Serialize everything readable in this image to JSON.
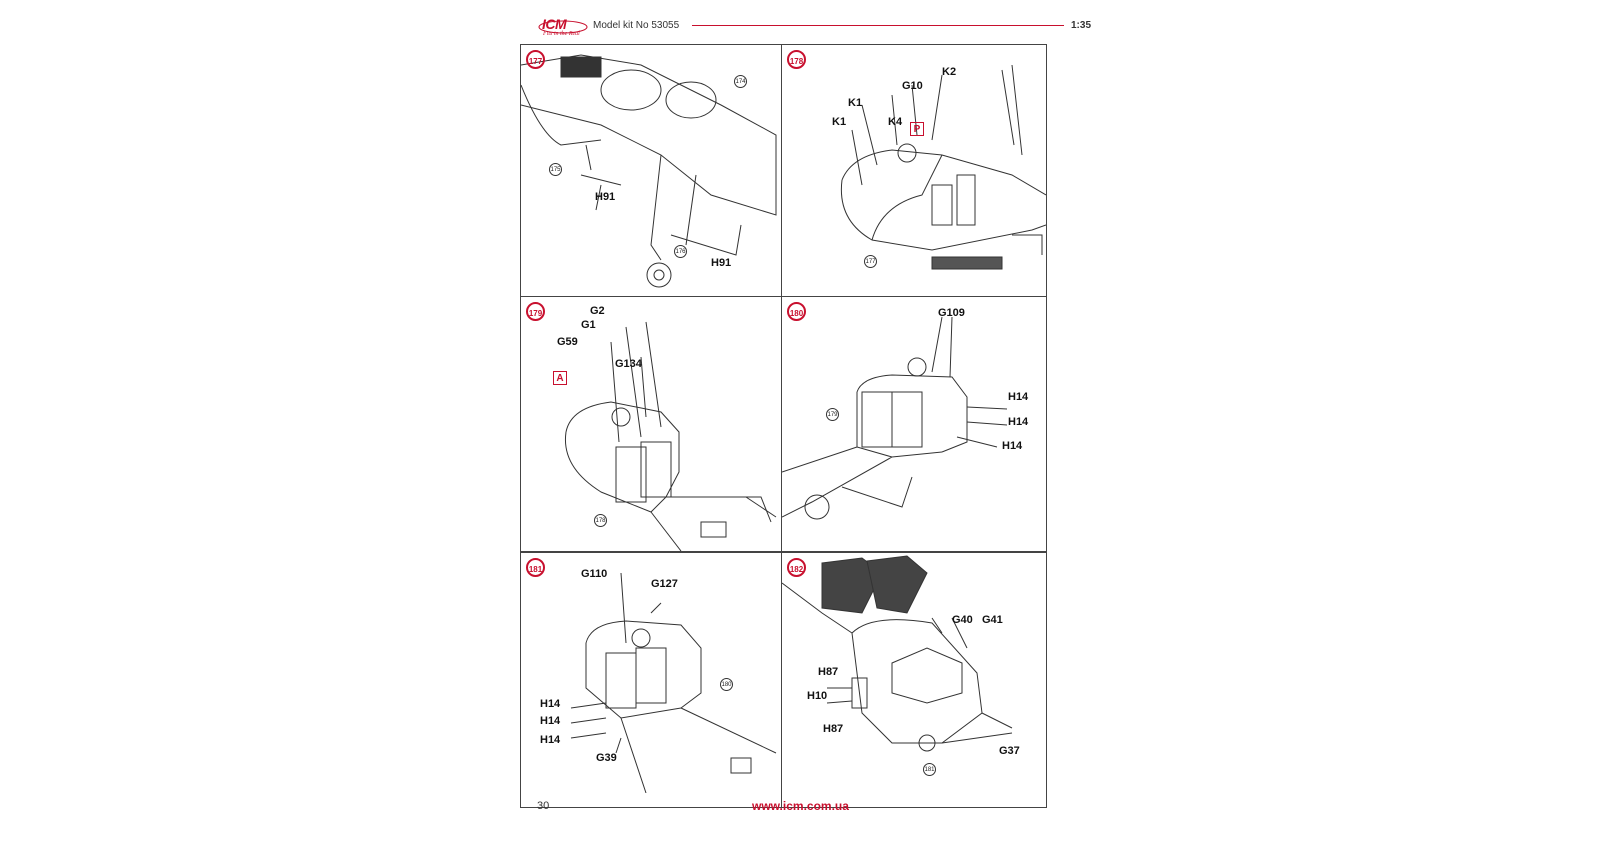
{
  "header": {
    "brand": "ICM",
    "tagline": "Fits in the Real",
    "kit": "Model kit No 53055",
    "scale": "1:35"
  },
  "steps": [
    {
      "number": "177",
      "labels": [
        "H91",
        "H91"
      ],
      "refs": [
        "174",
        "175",
        "176"
      ]
    },
    {
      "number": "178",
      "labels": [
        "K2",
        "G10",
        "K1",
        "K1",
        "K4"
      ],
      "refs": [
        "177"
      ],
      "box": "P"
    },
    {
      "number": "179",
      "labels": [
        "G2",
        "G1",
        "G59",
        "G134"
      ],
      "refs": [
        "178"
      ],
      "box": "A"
    },
    {
      "number": "180",
      "labels": [
        "G109",
        "H14",
        "H14",
        "H14"
      ],
      "refs": [
        "179"
      ]
    },
    {
      "number": "181",
      "labels": [
        "G110",
        "G127",
        "H14",
        "H14",
        "H14",
        "G39"
      ],
      "refs": [
        "180"
      ]
    },
    {
      "number": "182",
      "labels": [
        "G40",
        "G41",
        "H87",
        "H10",
        "H87",
        "G37"
      ],
      "refs": [
        "181"
      ]
    }
  ],
  "footer": {
    "page_number": "30",
    "url": "www.icm.com.ua"
  },
  "colors": {
    "accent": "#c8102e",
    "line": "#444444"
  }
}
